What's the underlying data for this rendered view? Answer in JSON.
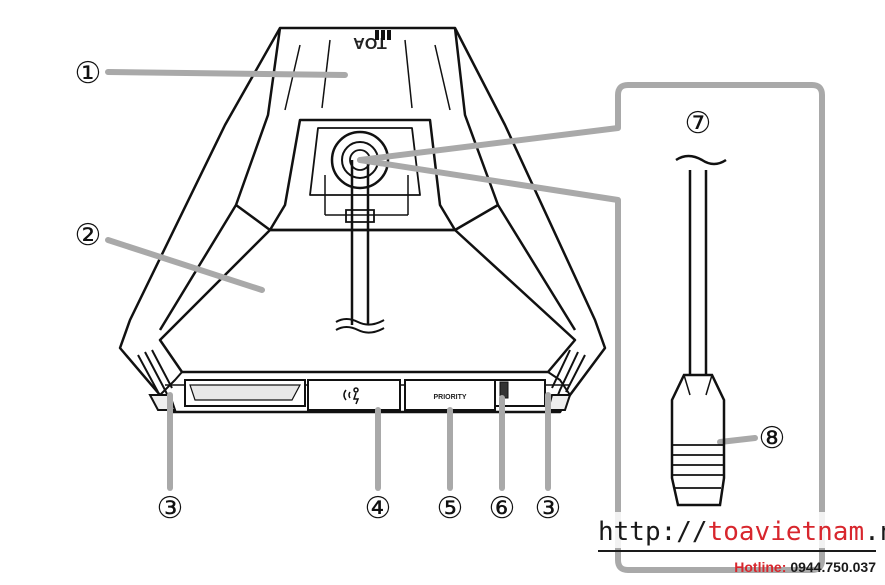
{
  "device": {
    "brand_text": "TOA",
    "priority_label": "PRIORITY"
  },
  "callouts": [
    {
      "id": "1",
      "label": "①"
    },
    {
      "id": "2",
      "label": "②"
    },
    {
      "id": "3a",
      "label": "③"
    },
    {
      "id": "4",
      "label": "④"
    },
    {
      "id": "5",
      "label": "⑤"
    },
    {
      "id": "6",
      "label": "⑥"
    },
    {
      "id": "3b",
      "label": "③"
    },
    {
      "id": "7",
      "label": "⑦"
    },
    {
      "id": "8",
      "label": "⑧"
    }
  ],
  "watermark": {
    "url_prefix": "http://",
    "url_main": "toavietnam",
    "url_suffix": ".net",
    "hotline_label": "Hotline:",
    "hotline_number": "0944.750.037"
  },
  "colors": {
    "outline": "#111111",
    "leader_gray": "#a9a9a9",
    "watermark_red": "#d8262d"
  }
}
